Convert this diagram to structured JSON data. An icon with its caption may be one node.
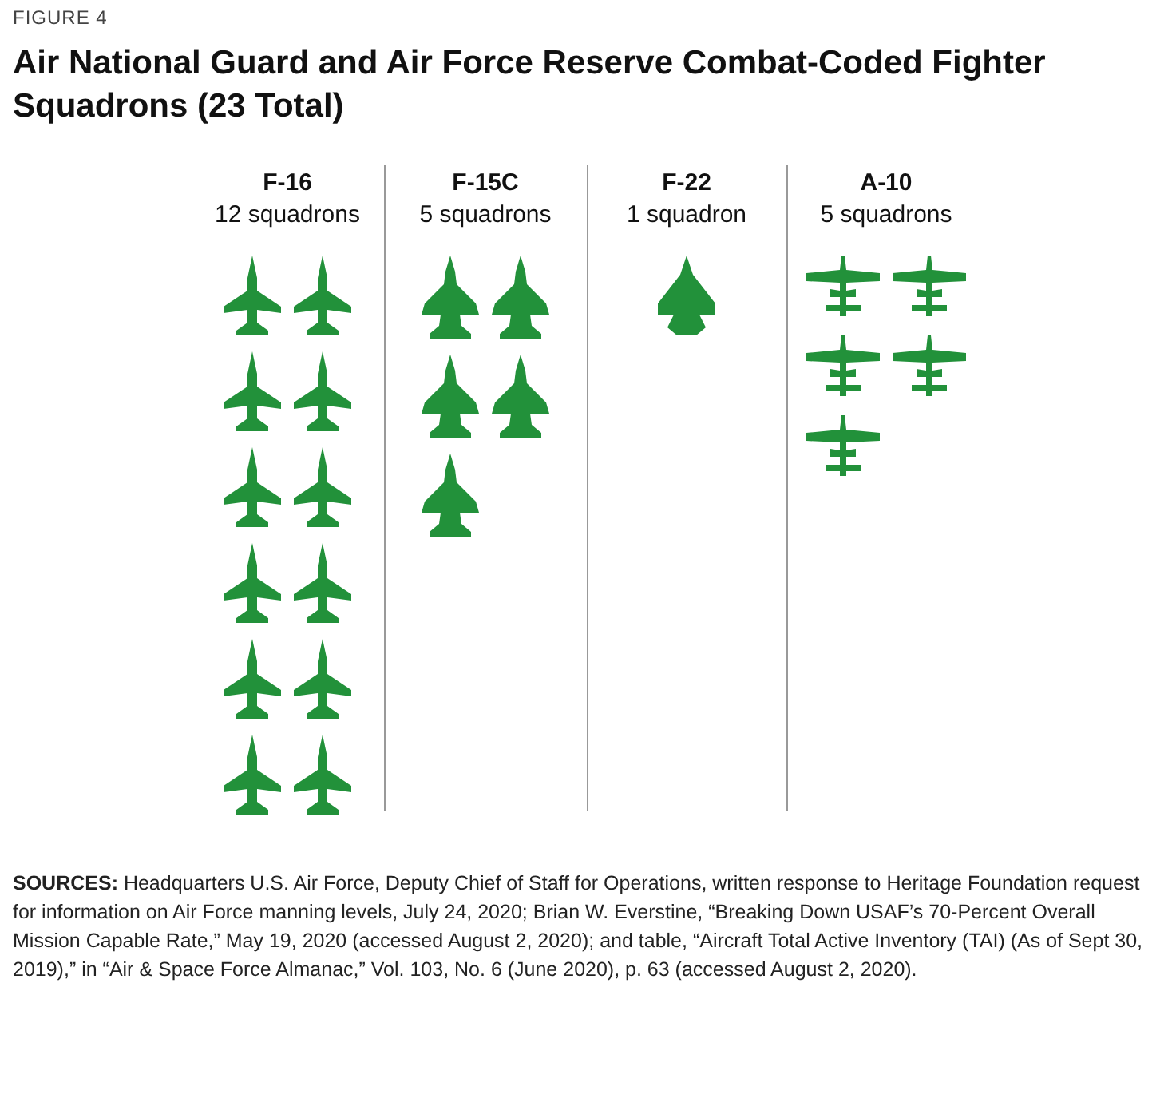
{
  "diagram": {
    "title": "Air National Guard and Air Force Reserve Combat-Coded Fighter Squadrons (23 Total)",
    "labels": [
      "FIGURE 4",
      "F-16",
      "12 squadrons",
      "F-15C",
      "5 squadrons",
      "F-22",
      "1 squadron",
      "A-10",
      "5 squadrons",
      "**SOURCES:** Headquarters U.S. Air Force, Deputy Chief of Staff for Operations, written response to Heritage Foundation request for information on Air Force manning levels, July 24, 2020; Brian W. Everstine, “Breaking Down USAF’s 70-Percent Overall Mission Capable Rate,” May 19, 2020 (accessed August 2, 2020); and table, “Aircraft Total Active Inventory (TAI) (As of Sept 30, 2019),” in “Air & Space Force Almanac,” Vol. 103, No. 6 (June 2020), p. 63 (accessed August 2, 2020)."
    ]
  }
}
